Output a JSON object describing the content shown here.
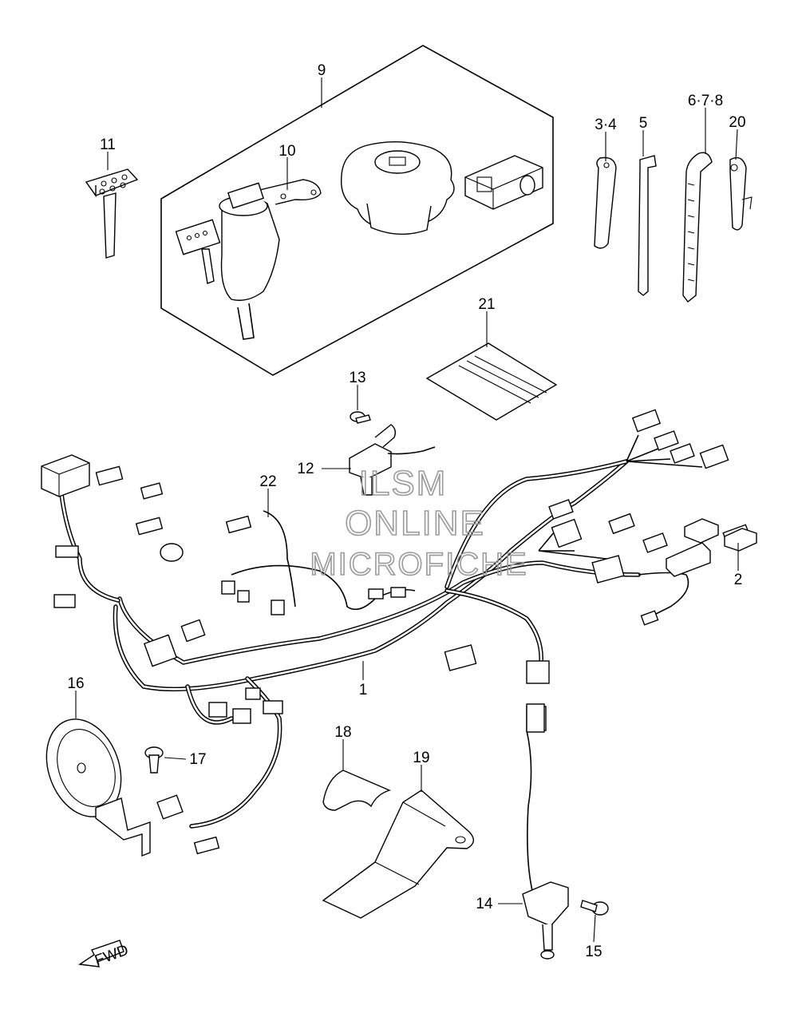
{
  "callouts": {
    "c1": "1",
    "c2": "2",
    "c3_4": "3·4",
    "c5": "5",
    "c6_7_8": "6·7·8",
    "c9": "9",
    "c10": "10",
    "c11": "11",
    "c12": "12",
    "c13": "13",
    "c14": "14",
    "c15": "15",
    "c16": "16",
    "c17": "17",
    "c18": "18",
    "c19": "19",
    "c20": "20",
    "c21": "21",
    "c22": "22"
  },
  "watermark": {
    "line1": "ILSM",
    "line2": "ONLINE",
    "line3": "MICROFICHE"
  },
  "direction": {
    "label": "FWD"
  }
}
